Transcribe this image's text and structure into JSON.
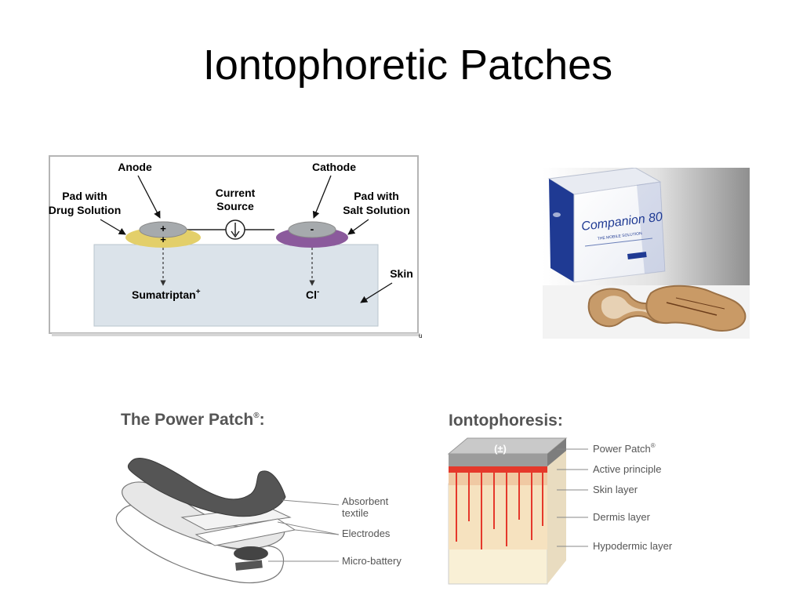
{
  "slide": {
    "title": "Iontophoretic Patches"
  },
  "iontophoresis_diagram": {
    "anode": "Anode",
    "cathode": "Cathode",
    "current_source_line1": "Current",
    "current_source_line2": "Source",
    "pad_drug_line1": "Pad with",
    "pad_drug_line2": "Drug Solution",
    "pad_salt_line1": "Pad with",
    "pad_salt_line2": "Salt Solution",
    "skin": "Skin",
    "plus_sign": "+",
    "minus_sign": "-",
    "drug_ion": "Sumatriptan",
    "drug_charge": "+",
    "counter_ion": "Cl",
    "counter_charge": "-",
    "footnote_mark": "u",
    "colors": {
      "anode_pad": "#e3cf6a",
      "cathode_pad": "#8b5a9c",
      "skin": "#dbe3ea",
      "electrode": "#a6aaad"
    }
  },
  "product_photo": {
    "box_brand": "Companion 80",
    "box_tagline": "THE MOBILE SOLUTION",
    "colors": {
      "box_blue": "#1f3a93",
      "patch": "#c79b6a"
    }
  },
  "power_patch": {
    "title": "The Power Patch",
    "title_mark": "®",
    "title_colon": ":",
    "labels": {
      "absorbent_line1": "Absorbent",
      "absorbent_line2": "textile",
      "electrodes": "Electrodes",
      "micro_battery": "Micro-battery"
    }
  },
  "iontophoresis_layers": {
    "title": "Iontophoresis:",
    "symbol": "(±)",
    "labels": {
      "power_patch": "Power Patch",
      "power_patch_mark": "®",
      "active_principle": "Active principle",
      "skin_layer": "Skin layer",
      "dermis_layer": "Dermis layer",
      "hypodermic_layer": "Hypodermic layer"
    },
    "colors": {
      "patch_top": "#c9c9c9",
      "active": "#e5382b",
      "dermis": "#f6e2bf",
      "hypodermis": "#f9f0d6"
    }
  }
}
